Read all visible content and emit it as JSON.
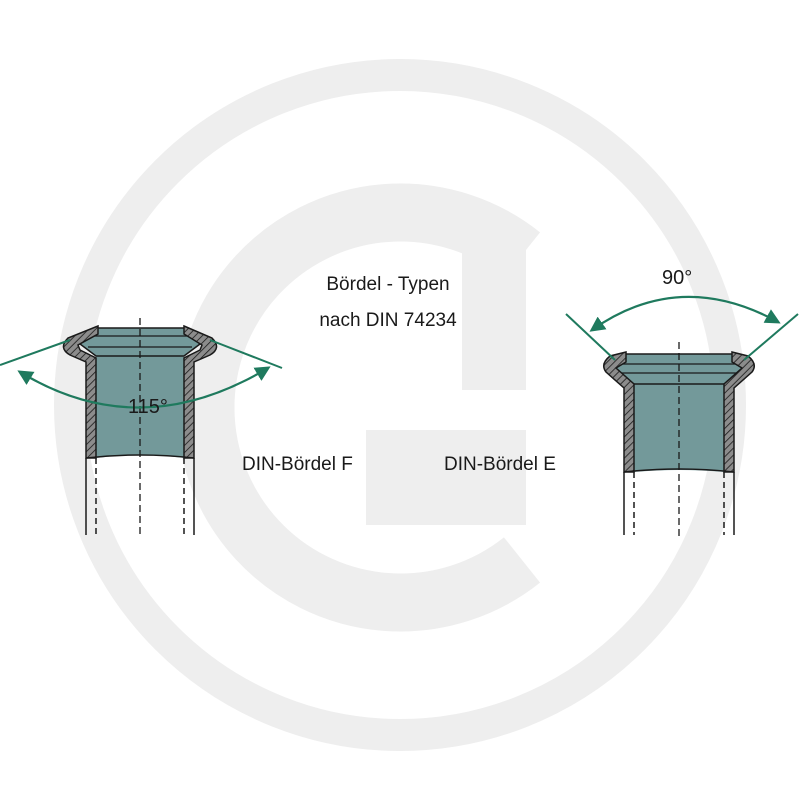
{
  "diagram": {
    "title": "Bördel - Typen",
    "subtitle": "nach DIN 74234",
    "flare_f": {
      "name": "DIN-Bördel F",
      "angle": "115°"
    },
    "flare_e": {
      "name": "DIN-Bördel E",
      "angle": "90°"
    }
  },
  "colors": {
    "tube_fill": "#73999a",
    "hatch_fill": "#8c8c8c",
    "outline": "#1a1a1a",
    "arrow": "#1f7a5e",
    "watermark": "#eeeeee"
  }
}
